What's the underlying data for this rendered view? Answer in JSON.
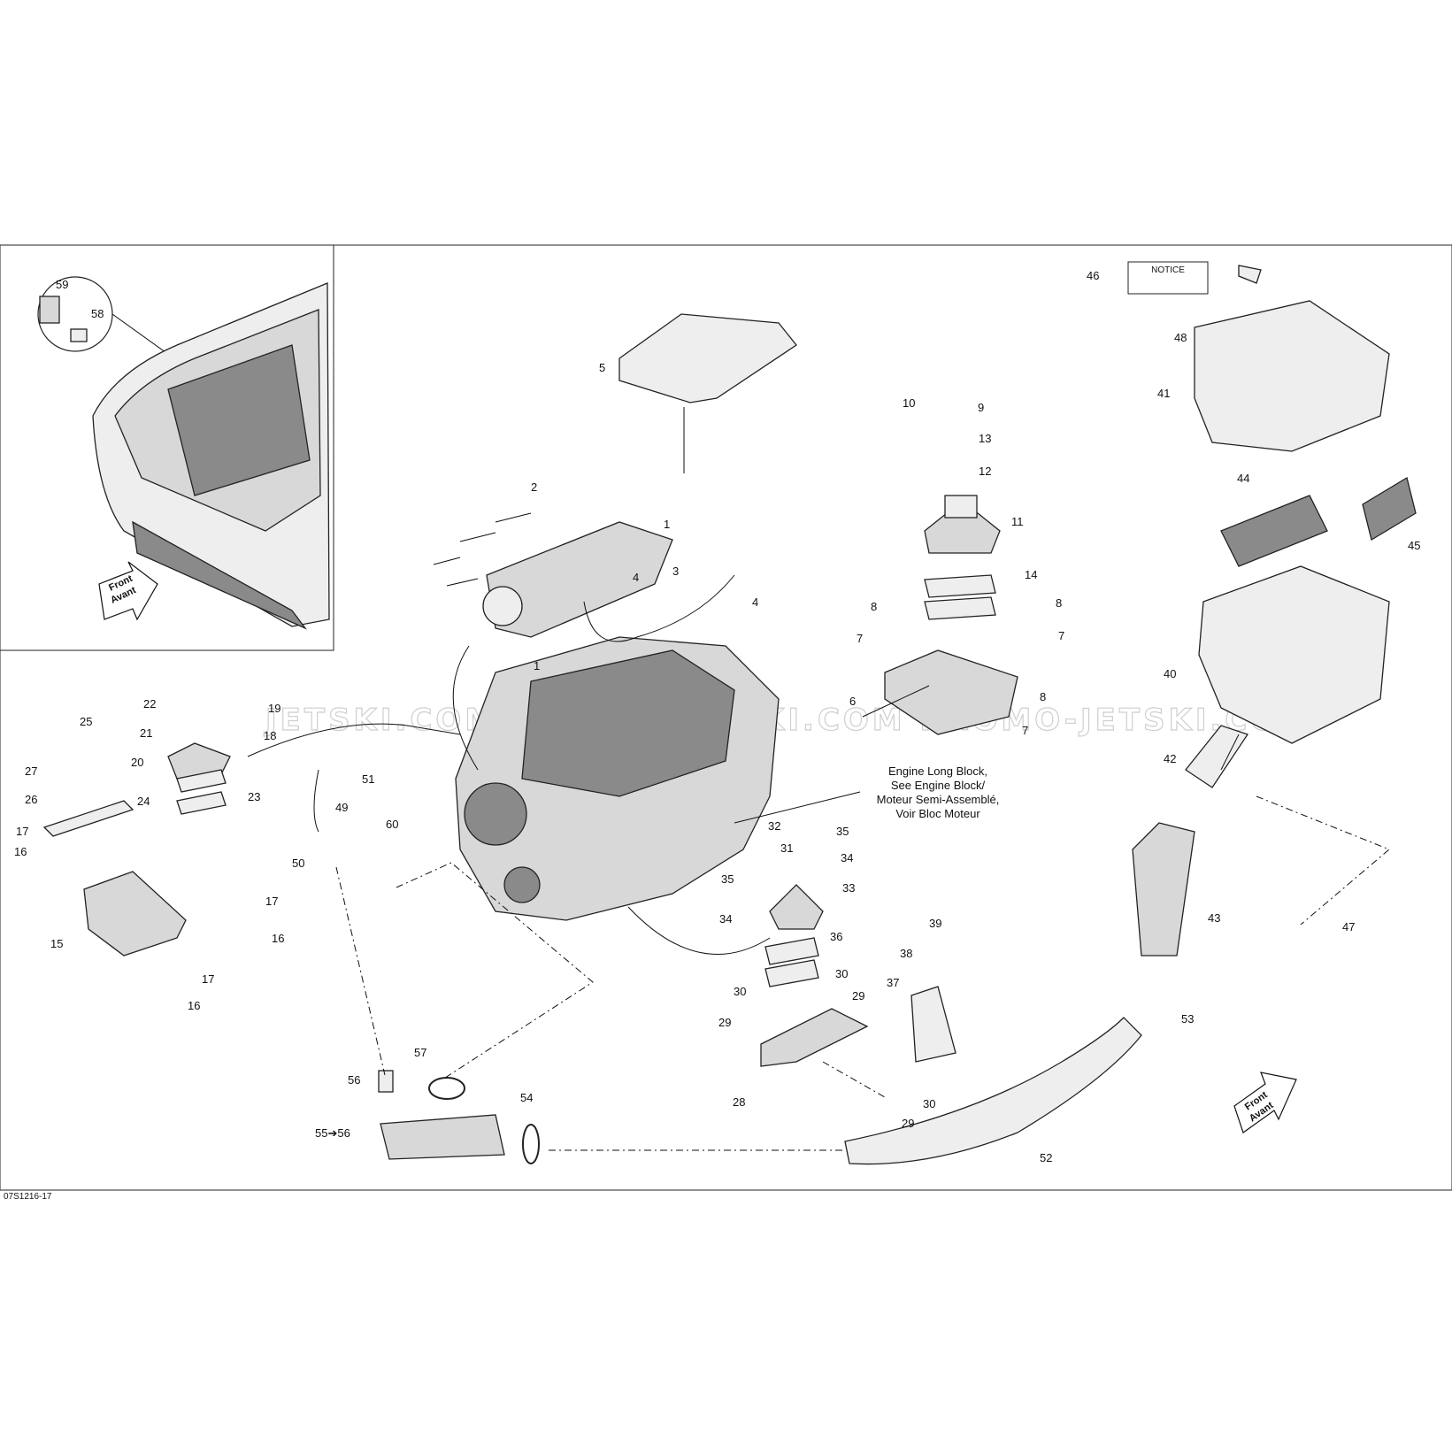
{
  "callouts": [
    {
      "id": "c59a",
      "text": "59"
    },
    {
      "id": "c58a",
      "text": "58"
    },
    {
      "id": "c5",
      "text": "5"
    },
    {
      "id": "c2",
      "text": "2"
    },
    {
      "id": "c1a",
      "text": "1"
    },
    {
      "id": "c3",
      "text": "3"
    },
    {
      "id": "c4a",
      "text": "4"
    },
    {
      "id": "c4b",
      "text": "4"
    },
    {
      "id": "c1b",
      "text": "1"
    },
    {
      "id": "c10",
      "text": "10"
    },
    {
      "id": "c9",
      "text": "9"
    },
    {
      "id": "c13",
      "text": "13"
    },
    {
      "id": "c12",
      "text": "12"
    },
    {
      "id": "c11",
      "text": "11"
    },
    {
      "id": "c14",
      "text": "14"
    },
    {
      "id": "c8a",
      "text": "8"
    },
    {
      "id": "c8b",
      "text": "8"
    },
    {
      "id": "c7a",
      "text": "7"
    },
    {
      "id": "c7b",
      "text": "7"
    },
    {
      "id": "c6",
      "text": "6"
    },
    {
      "id": "c8c",
      "text": "8"
    },
    {
      "id": "c7c",
      "text": "7"
    },
    {
      "id": "c46",
      "text": "46"
    },
    {
      "id": "c48",
      "text": "48"
    },
    {
      "id": "c41",
      "text": "41"
    },
    {
      "id": "c44",
      "text": "44"
    },
    {
      "id": "c45",
      "text": "45"
    },
    {
      "id": "c40",
      "text": "40"
    },
    {
      "id": "c42",
      "text": "42"
    },
    {
      "id": "c47",
      "text": "47"
    },
    {
      "id": "c43",
      "text": "43"
    },
    {
      "id": "c53",
      "text": "53"
    },
    {
      "id": "c52",
      "text": "52"
    },
    {
      "id": "c22",
      "text": "22"
    },
    {
      "id": "c19",
      "text": "19"
    },
    {
      "id": "c21",
      "text": "21"
    },
    {
      "id": "c18",
      "text": "18"
    },
    {
      "id": "c25",
      "text": "25"
    },
    {
      "id": "c20",
      "text": "20"
    },
    {
      "id": "c27",
      "text": "27"
    },
    {
      "id": "c23",
      "text": "23"
    },
    {
      "id": "c26",
      "text": "26"
    },
    {
      "id": "c24",
      "text": "24"
    },
    {
      "id": "c17a",
      "text": "17"
    },
    {
      "id": "c16a",
      "text": "16"
    },
    {
      "id": "c17b",
      "text": "17"
    },
    {
      "id": "c16b",
      "text": "16"
    },
    {
      "id": "c15",
      "text": "15"
    },
    {
      "id": "c17c",
      "text": "17"
    },
    {
      "id": "c16c",
      "text": "16"
    },
    {
      "id": "c51",
      "text": "51"
    },
    {
      "id": "c49",
      "text": "49"
    },
    {
      "id": "c60",
      "text": "60"
    },
    {
      "id": "c50",
      "text": "50"
    },
    {
      "id": "c32",
      "text": "32"
    },
    {
      "id": "c35a",
      "text": "35"
    },
    {
      "id": "c31",
      "text": "31"
    },
    {
      "id": "c34a",
      "text": "34"
    },
    {
      "id": "c35b",
      "text": "35"
    },
    {
      "id": "c33",
      "text": "33"
    },
    {
      "id": "c34b",
      "text": "34"
    },
    {
      "id": "c36",
      "text": "36"
    },
    {
      "id": "c39",
      "text": "39"
    },
    {
      "id": "c38",
      "text": "38"
    },
    {
      "id": "c30a",
      "text": "30"
    },
    {
      "id": "c29a",
      "text": "29"
    },
    {
      "id": "c37",
      "text": "37"
    },
    {
      "id": "c30b",
      "text": "30"
    },
    {
      "id": "c29b",
      "text": "29"
    },
    {
      "id": "c28",
      "text": "28"
    },
    {
      "id": "c30c",
      "text": "30"
    },
    {
      "id": "c29c",
      "text": "29"
    },
    {
      "id": "c57",
      "text": "57"
    },
    {
      "id": "c56",
      "text": "56"
    },
    {
      "id": "c54",
      "text": "54"
    },
    {
      "id": "c55",
      "text": "55➔56"
    }
  ],
  "engine_note": [
    "Engine Long Block,",
    "See Engine Block/",
    "Moteur Semi-Assemblé,",
    "Voir Bloc Moteur"
  ],
  "front_arrow": {
    "line1": "Front",
    "line2": "Avant"
  },
  "watermark": "JETSKI.COM   PROMO-JETSKI.COM   PROMO-JETSKI.COM",
  "notice_label": {
    "heading": "NOTICE"
  },
  "drawing_code": "07S1216-17"
}
